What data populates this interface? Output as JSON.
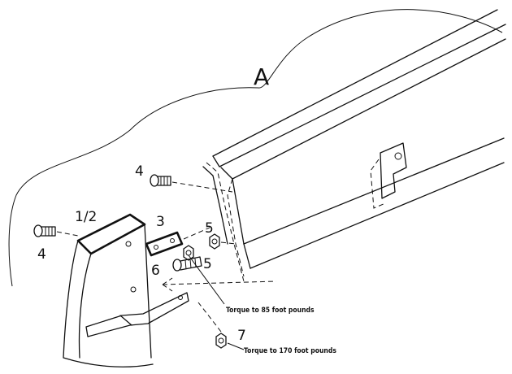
{
  "labels": {
    "view": "A",
    "item_4_upper": "4",
    "item_4_lower": "4",
    "item_1_2": "1/2",
    "item_3": "3",
    "item_5_upper": "5",
    "item_5_lower": "5",
    "item_6": "6",
    "item_7": "7"
  },
  "notes": {
    "torque_85": "Torque to 85 foot pounds",
    "torque_170": "Torque to 170 foot pounds"
  }
}
